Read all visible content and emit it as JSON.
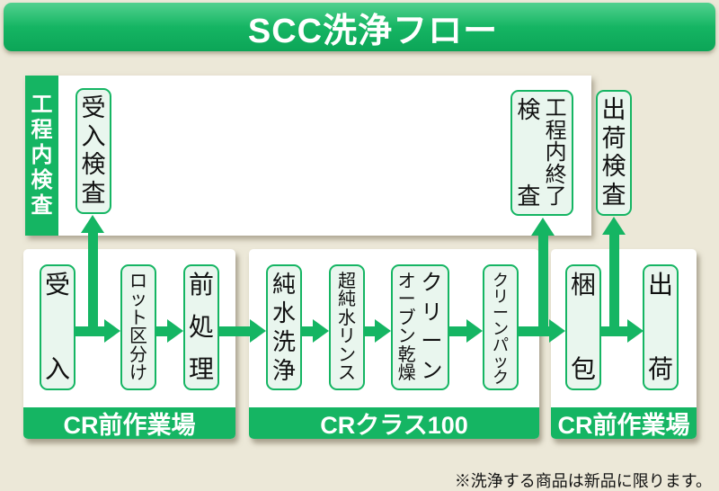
{
  "title": "SCC洗浄フロー",
  "colors": {
    "green": "#15b563",
    "panel_fill": "#e9f6ee",
    "background": "#ece8d8",
    "text": "#111111",
    "title_text": "#ffffff"
  },
  "inspection": {
    "strip": "工程内検査",
    "receive": "受入検査",
    "process_end_col1": "工程内終了",
    "process_end_col2": "検査",
    "ship": "出荷検査"
  },
  "groups": [
    {
      "label": "CR前作業場",
      "steps": [
        {
          "cols": [
            "受入"
          ]
        },
        {
          "cols": [
            "ロット区分け"
          ]
        },
        {
          "cols": [
            "前処理"
          ]
        }
      ]
    },
    {
      "label": "CRクラス100",
      "steps": [
        {
          "cols": [
            "純水洗浄"
          ]
        },
        {
          "cols": [
            "超純水リンス"
          ]
        },
        {
          "cols": [
            "クリーン",
            "オーブン乾燥"
          ]
        },
        {
          "cols": [
            "クリーンパック"
          ]
        }
      ]
    },
    {
      "label": "CR前作業場",
      "steps": [
        {
          "cols": [
            "梱包"
          ]
        },
        {
          "cols": [
            "出荷"
          ]
        }
      ]
    }
  ],
  "note": "※洗浄する商品は新品に限ります。"
}
